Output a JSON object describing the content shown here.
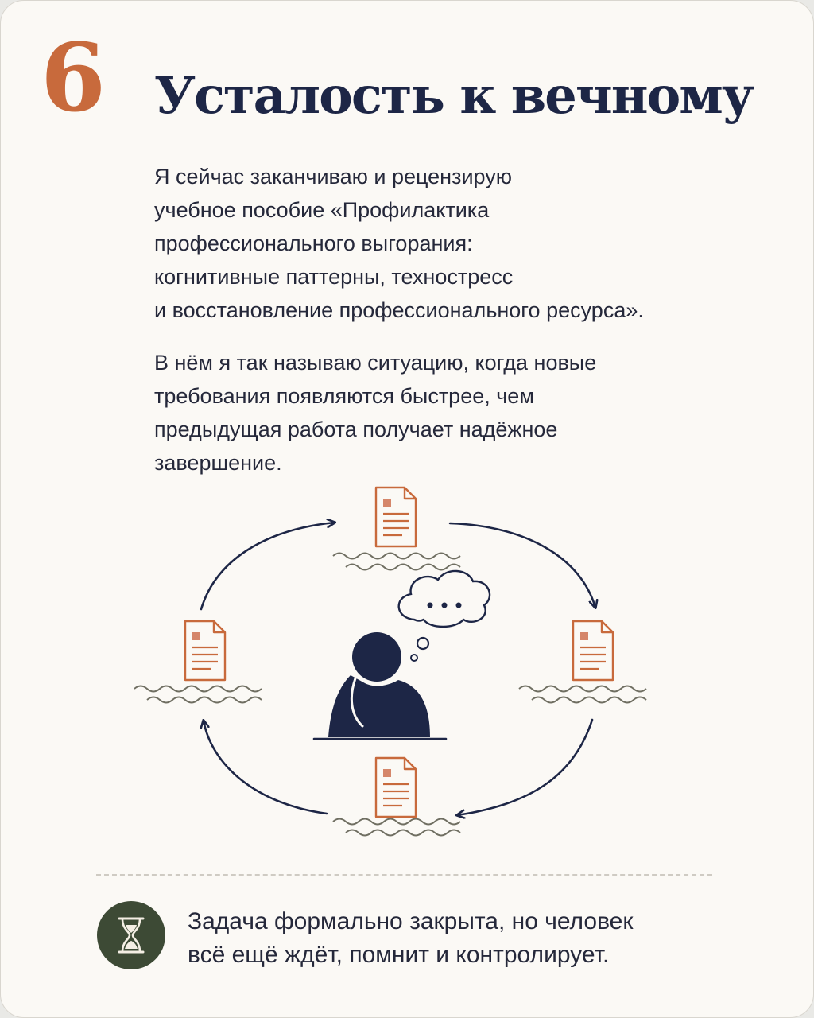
{
  "slide": {
    "number": "6",
    "title": "Усталость к вечному"
  },
  "paragraph1": {
    "lines": [
      "Я сейчас заканчиваю и рецензирую",
      "учебное пособие «Профилактика",
      "профессионального выгорания:",
      "когнитивные паттерны, техностресс",
      "и восстановление профессионального ресурса»."
    ]
  },
  "paragraph2": {
    "lines": [
      "В нём я так называю ситуацию, когда новые",
      "требования появляются быстрее, чем",
      "предыдущая работа получает надёжное",
      "завершение."
    ]
  },
  "diagram": {
    "center_icon": "tired-person-icon",
    "thought_icon": "thought-bubble-icon",
    "item_icon": "document-icon",
    "cycle_icon": "cycle-arrow-icon"
  },
  "footer": {
    "icon": "hourglass-icon",
    "lines": [
      "Задача формально закрыта, но человек",
      "всё ещё ждёт, помнит и контролирует."
    ]
  },
  "colors": {
    "background": "#fbf9f5",
    "accent": "#c86a3c",
    "title": "#1d2646",
    "text": "#25283a",
    "footer_badge": "#3d4a35"
  }
}
